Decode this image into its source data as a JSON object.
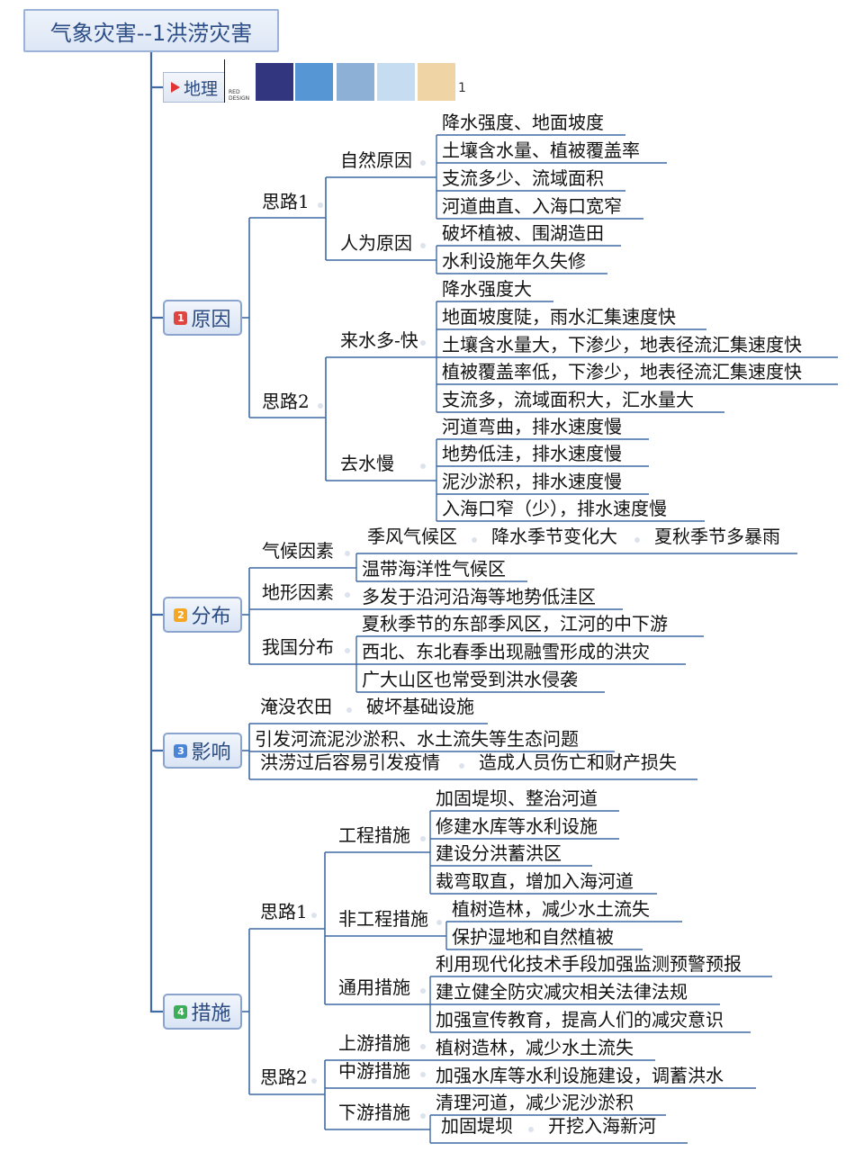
{
  "title": "气象灾害--1洪涝灾害",
  "header": {
    "tag": "地理",
    "design_text": [
      "RED",
      "DESIGN"
    ],
    "swatches": [
      "#31367f",
      "#5796d4",
      "#8cb0d6",
      "#c6dcf0",
      "#efd5a6"
    ],
    "tag_suffix": "1"
  },
  "badge_colors": [
    "#e0463f",
    "#f5a623",
    "#4a84d6",
    "#3dae58"
  ],
  "sections": [
    {
      "badge": "1",
      "label": "原因",
      "children": [
        {
          "label": "思路1",
          "children": [
            {
              "label": "自然原因",
              "items": [
                "降水强度、地面坡度",
                "土壤含水量、植被覆盖率",
                "支流多少、流域面积",
                "河道曲直、入海口宽窄"
              ]
            },
            {
              "label": "人为原因",
              "items": [
                "破坏植被、围湖造田",
                "水利设施年久失修"
              ]
            }
          ]
        },
        {
          "label": "思路2",
          "children": [
            {
              "label": "来水多-快",
              "items": [
                "降水强度大",
                "地面坡度陡，雨水汇集速度快",
                "土壤含水量大，下渗少，地表径流汇集速度快",
                "植被覆盖率低，下渗少，地表径流汇集速度快",
                "支流多，流域面积大，汇水量大"
              ]
            },
            {
              "label": "去水慢",
              "items": [
                "河道弯曲，排水速度慢",
                "地势低洼，排水速度慢",
                "泥沙淤积，排水速度慢",
                "入海口窄（少），排水速度慢"
              ]
            }
          ]
        }
      ]
    },
    {
      "badge": "2",
      "label": "分布",
      "children": [
        {
          "label": "气候因素",
          "items": [
            "季风气候区",
            "降水季节变化大",
            "夏秋季节多暴雨",
            "温带海洋性气候区"
          ]
        },
        {
          "label": "地形因素",
          "items": [
            "多发于沿河沿海等地势低洼区"
          ]
        },
        {
          "label": "我国分布",
          "items": [
            "夏秋季节的东部季风区，江河的中下游",
            "西北、东北春季出现融雪形成的洪灾",
            "广大山区也常受到洪水侵袭"
          ]
        }
      ]
    },
    {
      "badge": "3",
      "label": "影响",
      "items": [
        "淹没农田",
        "破坏基础设施",
        "引发河流泥沙淤积、水土流失等生态问题",
        "洪涝过后容易引发疫情",
        "造成人员伤亡和财产损失"
      ]
    },
    {
      "badge": "4",
      "label": "措施",
      "children": [
        {
          "label": "思路1",
          "children": [
            {
              "label": "工程措施",
              "items": [
                "加固堤坝、整治河道",
                "修建水库等水利设施",
                "建设分洪蓄洪区",
                "裁弯取直，增加入海河道"
              ]
            },
            {
              "label": "非工程措施",
              "items": [
                "植树造林，减少水土流失",
                "保护湿地和自然植被"
              ]
            },
            {
              "label": "通用措施",
              "items": [
                "利用现代化技术手段加强监测预警预报",
                "建立健全防灾减灾相关法律法规",
                "加强宣传教育，提高人们的减灾意识"
              ]
            }
          ]
        },
        {
          "label": "思路2",
          "children": [
            {
              "label": "上游措施",
              "items": [
                "植树造林，减少水土流失"
              ]
            },
            {
              "label": "中游措施",
              "items": [
                "加强水库等水利设施建设，调蓄洪水"
              ]
            },
            {
              "label": "下游措施",
              "items": [
                "清理河道，减少泥沙淤积",
                "加固堤坝",
                "开挖入海新河"
              ]
            }
          ]
        }
      ]
    }
  ]
}
